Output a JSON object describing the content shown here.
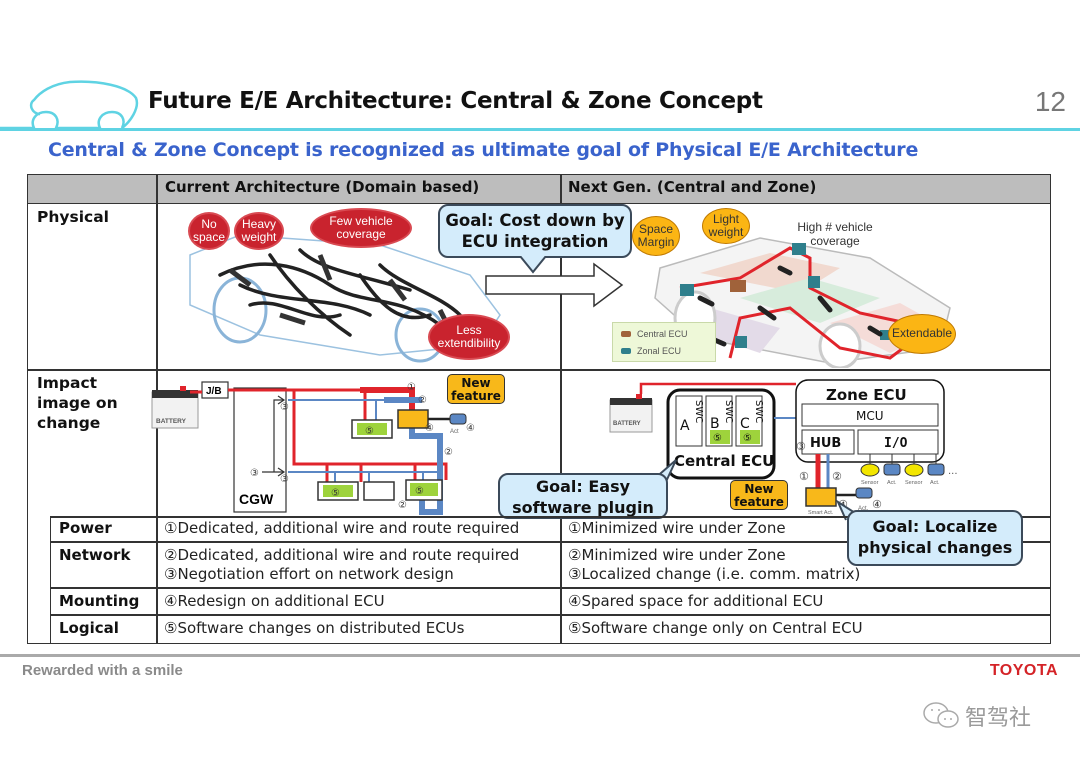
{
  "header": {
    "title": "Future E/E Architecture: Central & Zone Concept",
    "page_number": "12",
    "subtitle": "Central & Zone Concept is recognized as ultimate goal of Physical E/E Architecture",
    "logo_icon": "car-outline-icon"
  },
  "table": {
    "columns": [
      "Current Architecture (Domain based)",
      "Next Gen. (Central and Zone)"
    ],
    "rows": {
      "physical": {
        "label": "Physical",
        "current_clouds": [
          "No space",
          "Heavy weight",
          "Few vehicle coverage",
          "Less extendibility"
        ],
        "next_clouds": [
          "Space Margin",
          "Light weight",
          "High # vehicle coverage",
          "Extendable"
        ],
        "goal_callout": "Goal: Cost down by ECU integration",
        "legend": [
          "Central ECU",
          "Zonal ECU"
        ],
        "colors": {
          "central_ecu": "#a0623a",
          "zonal_ecu": "#2f7f8c"
        }
      },
      "impact": {
        "label_lines": [
          "Impact",
          "image on",
          "change"
        ],
        "current_diagram": {
          "battery": "BATTERY",
          "junction_box": "J/B",
          "gateway": "CGW",
          "new_feature": "New feature",
          "actuator": "Act",
          "markers": [
            "①",
            "②",
            "③",
            "④",
            "⑤"
          ]
        },
        "next_diagram": {
          "battery": "BATTERY",
          "central_ecu": "Central ECU",
          "swc_slots": [
            "A",
            "B",
            "C"
          ],
          "swc_label": "SWC",
          "zone_ecu": "Zone ECU",
          "mcu": "MCU",
          "hub": "HUB",
          "io": "I/O",
          "io_devices": [
            "Sensor",
            "Act.",
            "Sensor",
            "Act."
          ],
          "more": "...",
          "new_feature": "New feature",
          "smart_actuator": "Smart Act.",
          "actuator": "Act.",
          "markers": [
            "①",
            "②",
            "③",
            "④",
            "⑤"
          ]
        },
        "goal_software": "Goal: Easy software plugin",
        "goal_localize": "Goal: Localize physical changes"
      }
    },
    "aspects": [
      {
        "label": "Power",
        "current": [
          "①Dedicated, additional wire and route required"
        ],
        "next": [
          "①Minimized wire under Zone"
        ]
      },
      {
        "label": "Network",
        "current": [
          "②Dedicated, additional wire and route required",
          "③Negotiation effort on network design"
        ],
        "next": [
          "②Minimized wire under Zone",
          "③Localized change (i.e. comm. matrix)"
        ]
      },
      {
        "label": "Mounting",
        "current": [
          "④Redesign on additional ECU"
        ],
        "next": [
          "④Spared space for additional ECU"
        ]
      },
      {
        "label": "Logical",
        "current": [
          "⑤Software changes on distributed ECUs"
        ],
        "next": [
          "⑤Software change only on Central ECU"
        ]
      }
    ]
  },
  "footer": {
    "slogan": "Rewarded with a smile",
    "brand": "TOYOTA",
    "watermark": "智驾社",
    "watermark_icon": "wechat-icon"
  },
  "colors": {
    "accent_cyan": "#5fd3e3",
    "subtitle_blue": "#3a63cc",
    "power_red": "#e0242b",
    "network_blue": "#5b87c4",
    "new_feature_orange": "#f8b81a",
    "callout_blue": "#d4ecfb",
    "brand_red": "#d42327"
  }
}
